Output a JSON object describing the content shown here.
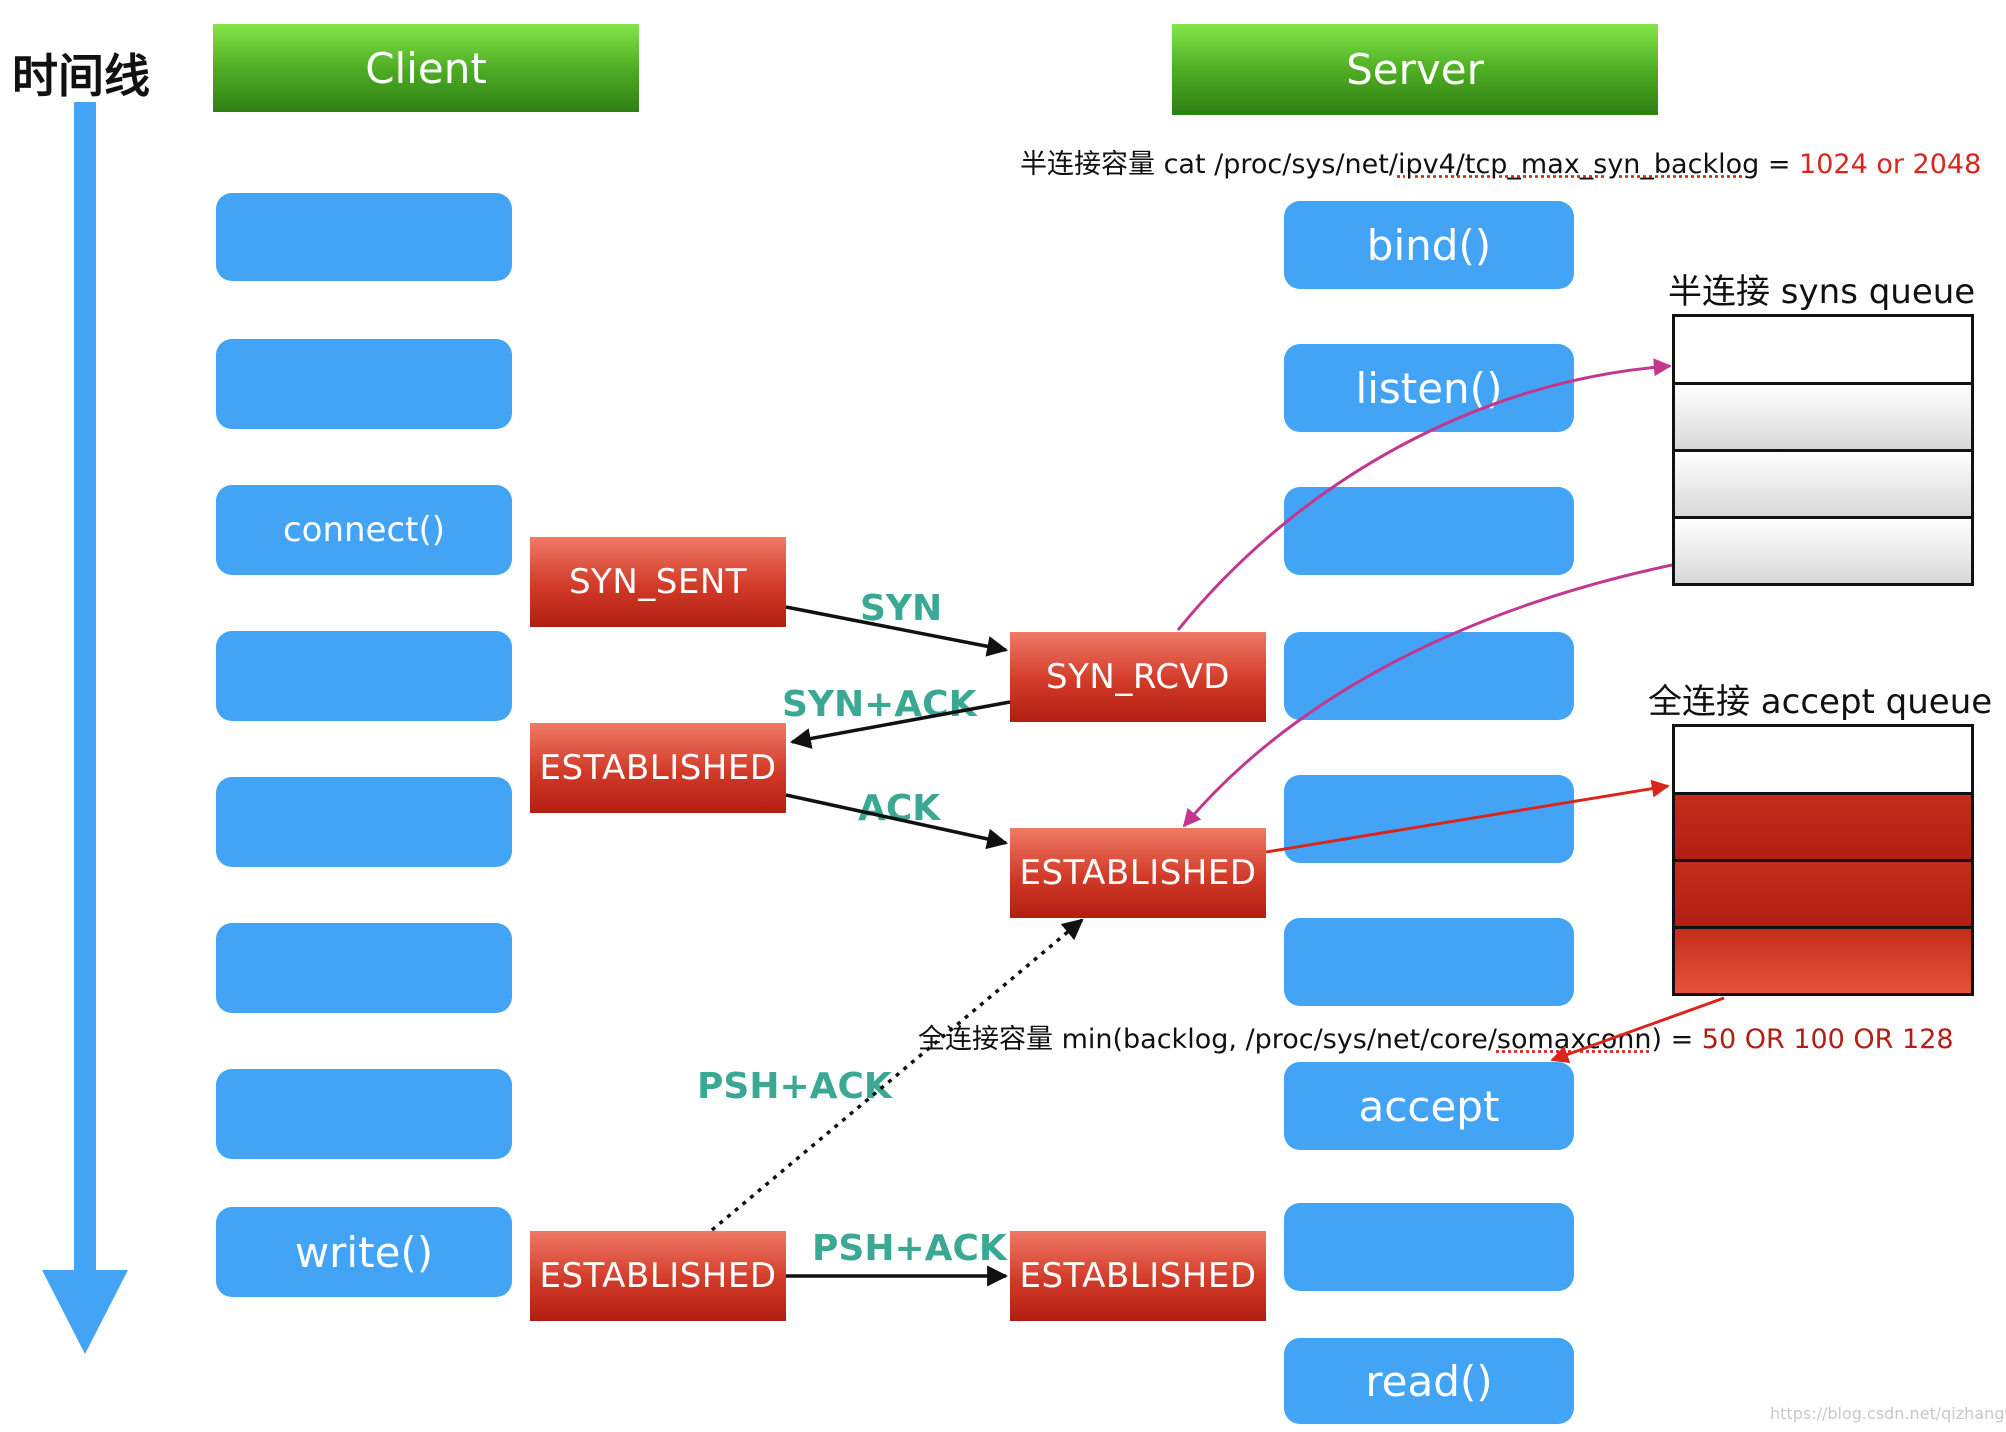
{
  "timeline_label": "时间线",
  "headers": {
    "client": "Client",
    "server": "Server"
  },
  "client_boxes": [
    "",
    "",
    "connect()",
    "",
    "",
    "",
    "",
    "write()"
  ],
  "server_boxes": [
    "bind()",
    "listen()",
    "",
    "",
    "",
    "",
    "accept",
    "",
    "read()"
  ],
  "states": {
    "client_syn_sent": "SYN_SENT",
    "client_established": "ESTABLISHED",
    "client_established_2": "ESTABLISHED",
    "server_syn_rcvd": "SYN_RCVD",
    "server_established": "ESTABLISHED",
    "server_established_2": "ESTABLISHED"
  },
  "messages": {
    "syn": "SYN",
    "syn_ack": "SYN+ACK",
    "ack": "ACK",
    "psh_ack_dotted": "PSH+ACK",
    "psh_ack": "PSH+ACK"
  },
  "half_capacity": {
    "prefix": "半连接容量 cat /proc/sys/net/",
    "underlined_1": "ipv4/tcp_max_syn_backlog",
    "sep": " = ",
    "value": "1024 or 2048"
  },
  "full_capacity": {
    "prefix": "全连接容量 min(backlog, /proc/sys/net/core/",
    "underlined": "somaxconn",
    "suffix": ") = ",
    "value": "50 OR 100 OR 128"
  },
  "syns_queue_title": "半连接 syns queue",
  "accept_queue_title": "全连接 accept queue",
  "colors": {
    "header_green": "#4fae24",
    "box_blue": "#43a4f6",
    "state_red": "#d23a28",
    "message_teal": "#3aa893",
    "arrow_magenta": "#c2378f",
    "arrow_red": "#d9261c"
  },
  "watermark": "https://blog.csdn.net/qizhangwei"
}
